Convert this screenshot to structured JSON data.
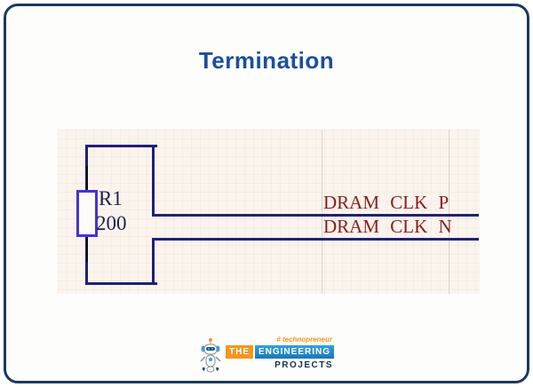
{
  "card": {
    "title": "Termination"
  },
  "schematic": {
    "resistor": {
      "designator": "R1",
      "value": "200"
    },
    "nets": [
      {
        "label": "DRAM CLK P"
      },
      {
        "label": "DRAM CLK N"
      }
    ],
    "colors": {
      "wire": "#20207A",
      "net_label": "#8B1C1C",
      "resistor_outline": "#4733CF",
      "designator_text": "#202052",
      "canvas_background": "#FAF4ED",
      "grid_line": "#D9D2C7"
    }
  },
  "footer_logo": {
    "tagline": "# technopreneur",
    "word_the": "THE",
    "word_engineering": "ENGINEERING",
    "word_projects": "PROJECTS",
    "colors": {
      "orange": "#F7941D",
      "blue": "#1B75BB",
      "navy": "#16304F"
    }
  },
  "frame": {
    "border_color": "#1A3A60",
    "title_color": "#1C4E9A"
  }
}
